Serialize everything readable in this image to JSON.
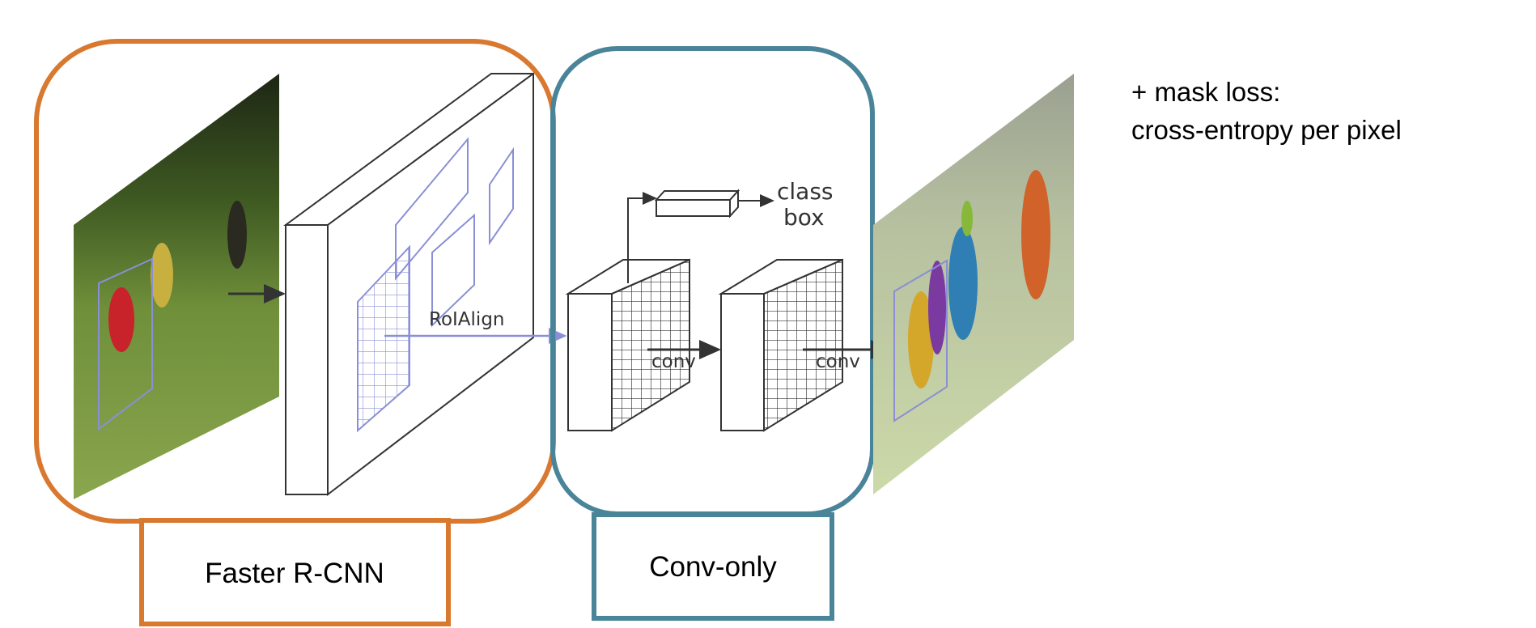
{
  "annotation": {
    "line1": "+ mask loss:",
    "line2": "cross-entropy per pixel"
  },
  "labels": {
    "faster_rcnn": "Faster R-CNN",
    "conv_only": "Conv-only",
    "roialign": "RoIAlign",
    "class": "class",
    "box": "box",
    "conv1": "conv",
    "conv2": "conv"
  },
  "colors": {
    "faster_rcnn": "#d9782f",
    "conv_only": "#4a8499",
    "roi": "#8a8fd6",
    "line": "#333333"
  }
}
